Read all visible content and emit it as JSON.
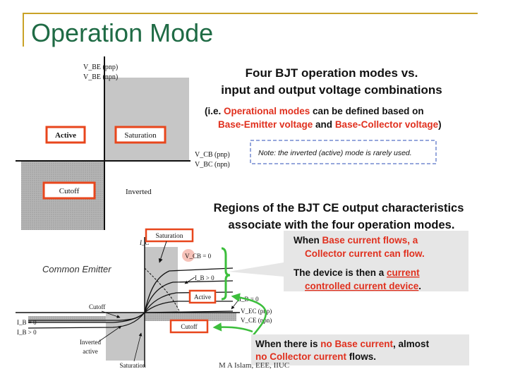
{
  "slide": {
    "title": "Operation Mode",
    "footer": "M A Islam, EEE, IIUC"
  },
  "top_diagram": {
    "y_axis_label_1": "V_BE (pnp)",
    "y_axis_label_2": "V_BE (npn)",
    "x_axis_label_1": "V_CB (pnp)",
    "x_axis_label_2": "V_BC (npn)",
    "quadrant_active": "Active",
    "quadrant_saturation": "Saturation",
    "quadrant_cutoff": "Cutoff",
    "quadrant_inverted": "Inverted"
  },
  "heading1": {
    "line1": "Four BJT operation modes vs.",
    "line2": "input and output voltage combinations",
    "line3_a": "(i.e. ",
    "line3_b": "Operational modes",
    "line3_c": " can be defined based on",
    "line4_a": "Base-Emitter voltage",
    "line4_b": " and ",
    "line4_c": "Base-Collector voltage",
    "line4_d": ")"
  },
  "note": "Note: the inverted (active) mode is rarely used.",
  "heading2": {
    "line1": "Regions of the BJT CE output characteristics",
    "line2": "associate with the four operation modes."
  },
  "callout1": {
    "line1_a": "When ",
    "line1_b": "Base current flows, a",
    "line2": "Collector current can flow.",
    "line3_a": "The device is then a ",
    "line3_b": "current",
    "line4": "controlled current device",
    "line4_end": "."
  },
  "callout2": {
    "line1_a": "When there is ",
    "line1_b": "no Base current",
    "line1_c": ", almost",
    "line2_a": "no Collector current",
    "line2_b": " flows."
  },
  "ce_plot": {
    "title": "Common Emitter",
    "ic_label": "I_C",
    "saturation_label": "Saturation",
    "vcb_zero": "V_CB = 0",
    "ib_gt_zero": "I_B > 0",
    "active_label": "Active",
    "ib_zero_right": "I_B = 0",
    "vec_pnp": "V_EC (pnp)",
    "vce_npn": "V_CE (npn)",
    "cutoff_left": "Cutoff",
    "cutoff_right": "Cutoff",
    "ib_zero_left": "I_B = 0",
    "ib_gt_zero_left": "I_B > 0",
    "inverted_line1": "Inverted",
    "inverted_line2": "active",
    "saturation_bottom": "Saturation"
  },
  "colors": {
    "title_green": "#1f6b45",
    "accent_red": "#e0301e",
    "box_orange": "#e8461c",
    "arrow_green": "#3cbe3c",
    "callout_gray": "#e6e6e6",
    "decoration_gold": "#c9a227"
  }
}
